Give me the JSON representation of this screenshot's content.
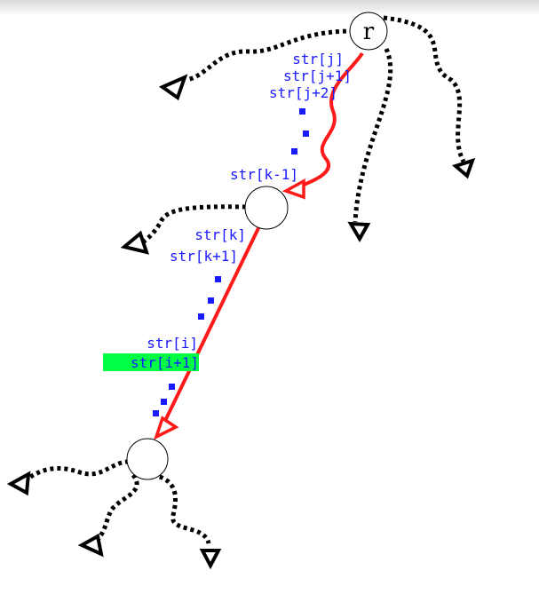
{
  "root_label": "r",
  "edge_labels": {
    "str_j": "str[j]",
    "str_j1": "str[j+1]",
    "str_j2": "str[j+2]",
    "str_k_1": "str[k-1]",
    "str_k": "str[k]",
    "str_k1": "str[k+1]",
    "str_i": "str[i]",
    "str_i1": "str[i+1]"
  },
  "colors": {
    "path": "#ff1a1a",
    "label": "#1a1aff",
    "highlight": "#00ff44",
    "dotted": "#000000"
  }
}
